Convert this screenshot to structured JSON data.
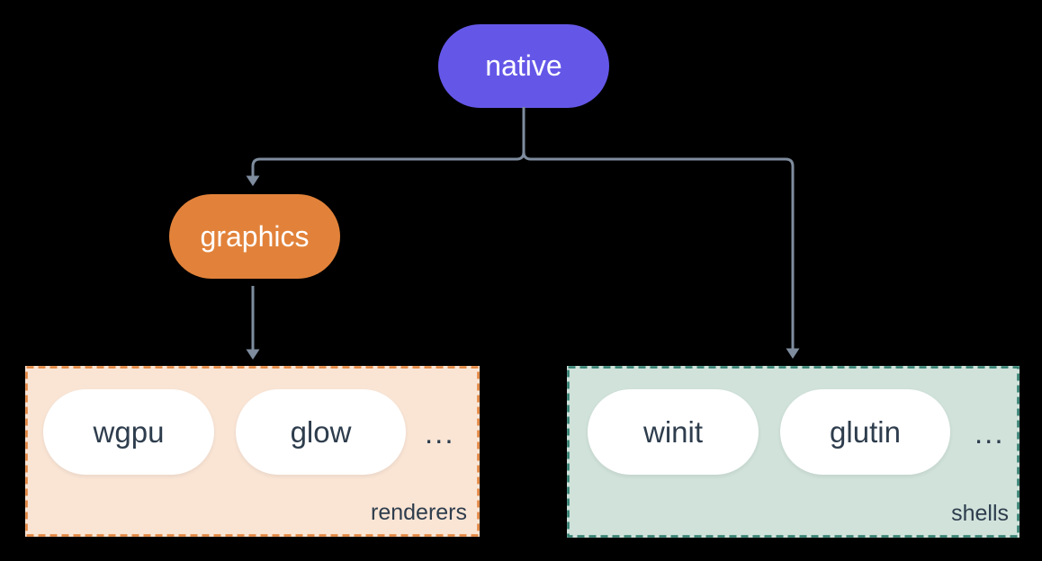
{
  "diagram": {
    "nodes": {
      "native": {
        "label": "native"
      },
      "graphics": {
        "label": "graphics"
      }
    },
    "groups": {
      "renderers": {
        "label": "renderers",
        "items": [
          "wgpu",
          "glow"
        ],
        "ellipsis": "..."
      },
      "shells": {
        "label": "shells",
        "items": [
          "winit",
          "glutin"
        ],
        "ellipsis": "..."
      }
    },
    "edges": [
      {
        "from": "native",
        "to": "graphics"
      },
      {
        "from": "native",
        "to": "shells"
      },
      {
        "from": "graphics",
        "to": "renderers"
      }
    ]
  },
  "colors": {
    "background": "#000000",
    "native_fill": "#6457E8",
    "graphics_fill": "#E2823A",
    "renderers_bg": "#FAE5D5",
    "renderers_border": "#E2823A",
    "shells_bg": "#D0E2DA",
    "shells_border": "#2E7D6E",
    "item_fill": "#FFFFFF",
    "item_text": "#2E3D4D",
    "node_text": "#FFFFFF",
    "arrow": "#7E8C9E"
  }
}
